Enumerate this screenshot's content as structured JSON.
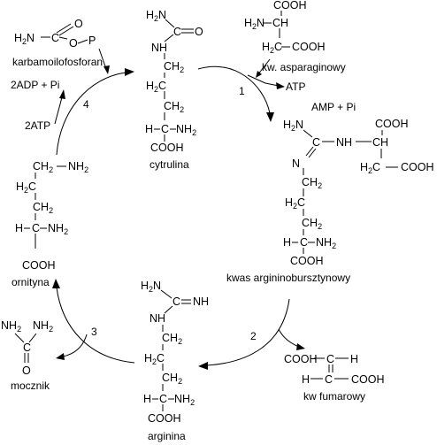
{
  "labels": {
    "karbamoilofosforan": "karbamoilofosforan",
    "cytrulina": "cytrulina",
    "kw_asparaginowy": "kw. asparaginowy",
    "kwas_argininobursztynowy": "kwas argininobursztynowy",
    "kw_fumarowy": "kw fumarowy",
    "arginina": "arginina",
    "ornityna": "ornityna",
    "mocznik": "mocznik"
  },
  "reagents": {
    "atp": "ATP",
    "amp_pi": "AMP + Pi",
    "two_adp_pi": "2ADP + Pi",
    "two_atp": "2ATP"
  },
  "steps": {
    "s1": "1",
    "s2": "2",
    "s3": "3",
    "s4": "4"
  },
  "atoms": {
    "H2N": "H",
    "N": "N",
    "NH": "NH",
    "H": "H",
    "C": "C",
    "O": "O",
    "P": "P",
    "COOH": "COOH",
    "CH": "CH",
    "CH2": "CH",
    "H2C": "H",
    "NH2": "NH",
    "sub2": "2"
  }
}
